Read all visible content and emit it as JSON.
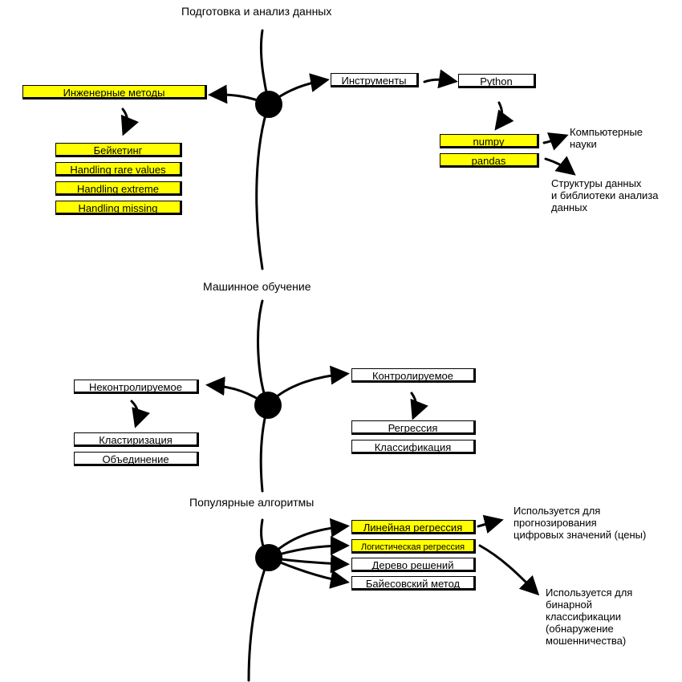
{
  "colors": {
    "highlight": "#ffff00",
    "ink": "#000000"
  },
  "sections": [
    {
      "title": "Подготовка и анализ данных",
      "left_head": "Инженерные методы",
      "left_items": [
        "Бейкетинг",
        "Handling rare values",
        "Handling extreme",
        "Handling missing"
      ],
      "right_head": "Инструменты",
      "right_next": "Python",
      "libs": [
        "numpy",
        "pandas"
      ],
      "notes": [
        "Компьютерные\nнауки",
        "Структуры данных\nи библиотеки анализа\nданных"
      ]
    },
    {
      "title": "Машинное обучение",
      "left_head": "Неконтролируемое",
      "left_items": [
        "Кластиризация",
        "Объединение"
      ],
      "right_head": "Контролируемое",
      "right_items": [
        "Регрессия",
        "Классификация"
      ]
    },
    {
      "title": "Популярные алгоритмы",
      "items": [
        "Линейная регрессия",
        "Логистическая регрессия",
        "Дерево решений",
        "Байесовский метод"
      ],
      "notes": [
        "Используется для\nпрогнозирования\nцифровых значений (цены)",
        "Используется для\nбинарной\nклассификации\n(обнаружение\nмошенничества)"
      ]
    }
  ]
}
